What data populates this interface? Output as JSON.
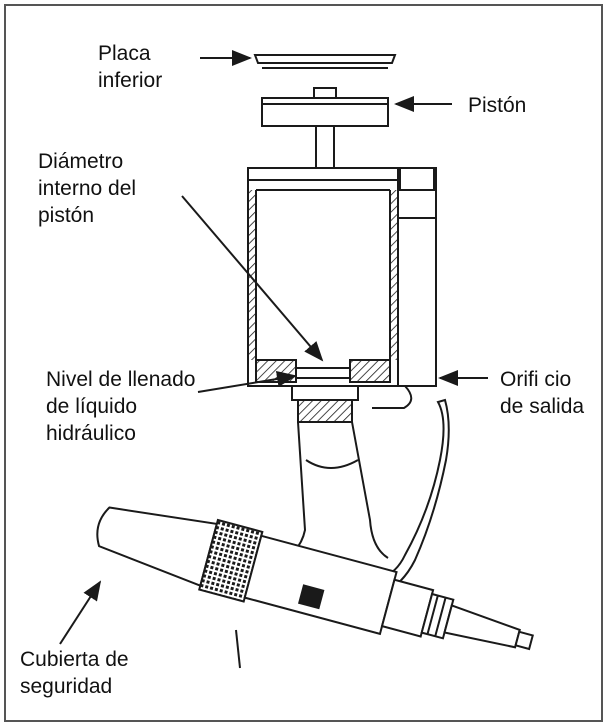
{
  "labels": {
    "placa": "Placa\ninferior",
    "piston": "Pistón",
    "diametro": "Diámetro\ninterno del\npistón",
    "nivel": "Nivel de llenado\nde líquido\nhidráulico",
    "orificio": "Orifi cio\nde salida",
    "cubierta": "Cubierta de\nseguridad"
  },
  "colors": {
    "line": "#1a1a1a",
    "text": "#111111",
    "frame": "#555555"
  }
}
